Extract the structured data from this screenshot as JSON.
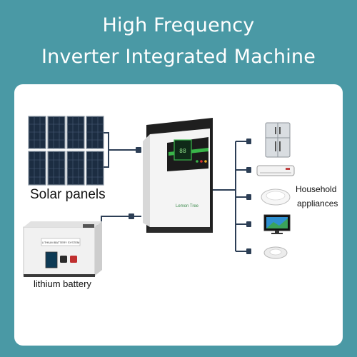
{
  "header": {
    "title_line1": "High Frequency",
    "title_line2": "Inverter Integrated Machine"
  },
  "labels": {
    "solar_panels": "Solar panels",
    "lithium_battery": "lithium battery",
    "household_line1": "Household",
    "household_line2": "appliances"
  },
  "devices": {
    "inverter_brand": "Lemon Tree",
    "battery_plate": "LITHIUM BATTERY SYSTEM"
  },
  "appliances": [
    "refrigerator-icon",
    "air-conditioner-icon",
    "ceiling-lamp-icon",
    "television-icon",
    "downlight-icon"
  ],
  "colors": {
    "background": "#4a99a5",
    "card": "#ffffff",
    "cable": "#2c3e55",
    "panel": "#1c2d42",
    "inverter_body": "#f4f4f4",
    "inverter_accent": "#3ab54a"
  }
}
